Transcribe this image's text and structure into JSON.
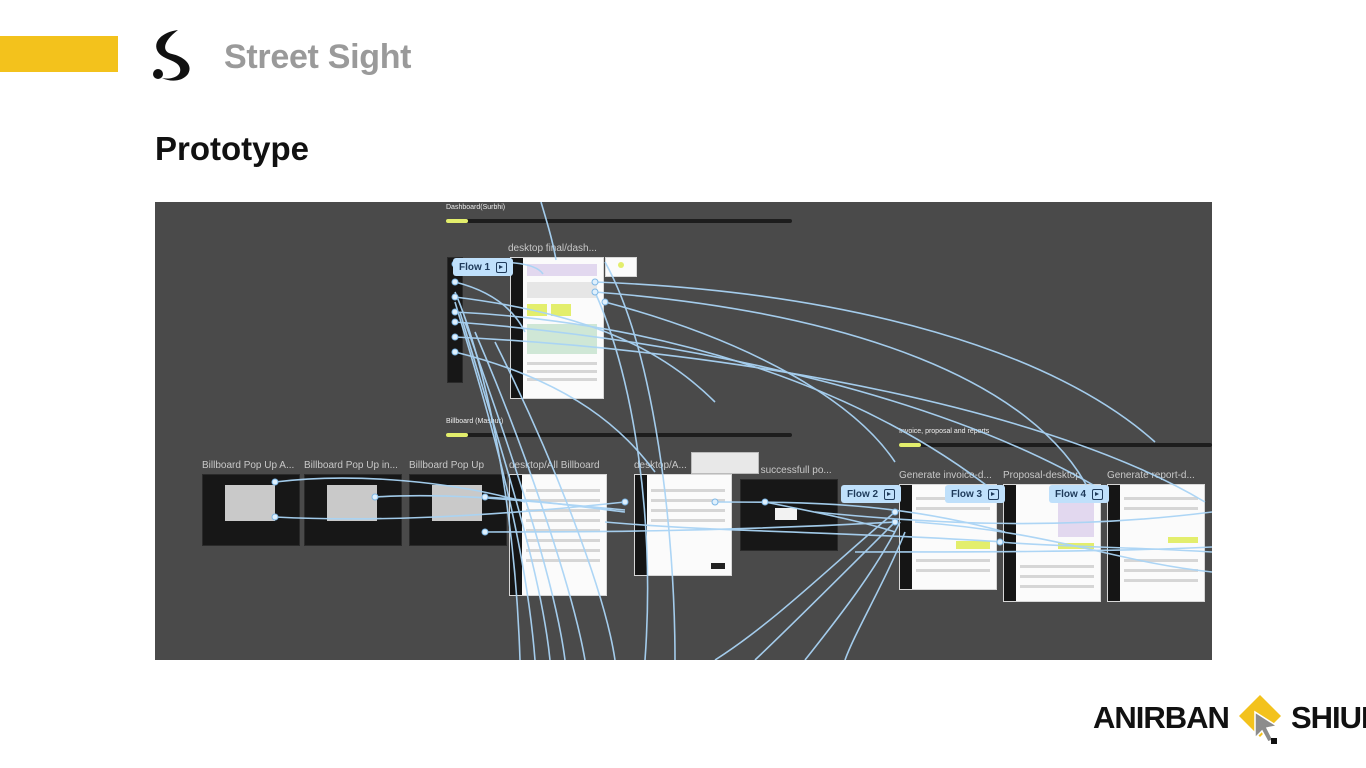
{
  "header": {
    "brand_name": "Street Sight",
    "accent_color": "#F3C21C",
    "logo_icon": "street-sight-logo-icon"
  },
  "section_title": "Prototype",
  "canvas": {
    "groups": {
      "dashboard": "Dashboard(Surbhi)",
      "billboard": "Billboard (Mashur)",
      "invoice": "Invoice, proposal and reports"
    },
    "frames": {
      "desktop_dash": "desktop final/dash...",
      "popup_a": "Billboard Pop Up A...",
      "popup_in": "Billboard Pop Up in...",
      "popup": "Billboard Pop Up",
      "desktop_all": "desktop/All Billboard",
      "desktop_a": "desktop/A...",
      "add_success": "Add successfull po...",
      "gen_invoice": "Generate invoice-d...",
      "proposal": "Proposal-desktop",
      "gen_report": "Generate report-d..."
    },
    "flows": {
      "flow1": "Flow 1",
      "flow2": "Flow 2",
      "flow3": "Flow 3",
      "flow4": "Flow 4"
    },
    "connector_color": "#a9d4f5",
    "frame_accent": "#e3ee6c"
  },
  "footer": {
    "logo_left": "ANIRBAN",
    "logo_right": "SHIUR",
    "logo_accent": "#F3C21C"
  }
}
